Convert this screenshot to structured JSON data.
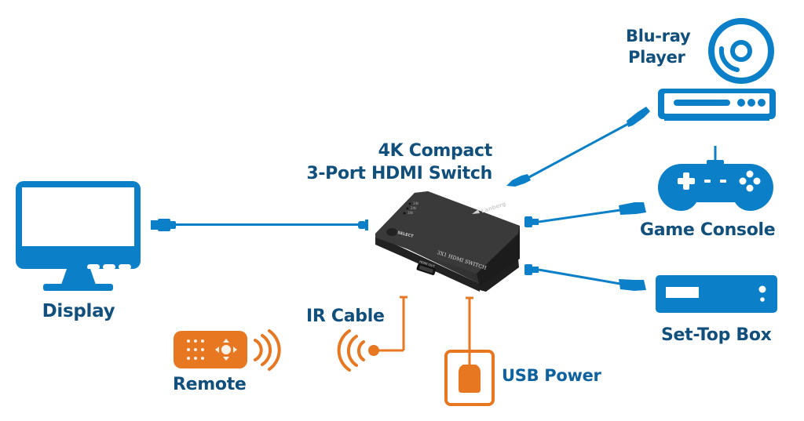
{
  "title": {
    "line1": "4K Compact",
    "line2": "3-Port HDMI Switch"
  },
  "device": {
    "brand": "Lanberg",
    "model_label": "3X1 HDMI SWITCH",
    "button_label": "SELECT",
    "port_label": "HDMI OUT",
    "leds": [
      "1IN",
      "2IN",
      "3IN"
    ]
  },
  "nodes": {
    "display": {
      "label": "Display",
      "icon": "monitor-icon"
    },
    "bluray": {
      "label_line1": "Blu-ray",
      "label_line2": "Player",
      "icon": "disc-player-icon"
    },
    "game_console": {
      "label": "Game Console",
      "icon": "gamepad-icon"
    },
    "set_top_box": {
      "label": "Set-Top Box",
      "icon": "set-top-box-icon"
    },
    "remote": {
      "label": "Remote",
      "icon": "remote-control-icon"
    },
    "ir_cable": {
      "label": "IR Cable",
      "icon": "ir-receiver-icon"
    },
    "usb_power": {
      "label": "USB Power",
      "icon": "usb-plug-icon"
    }
  },
  "colors": {
    "blue": "#0b7fc7",
    "orange": "#e87722",
    "text": "#114f7c",
    "device": "#2b2b2b"
  }
}
